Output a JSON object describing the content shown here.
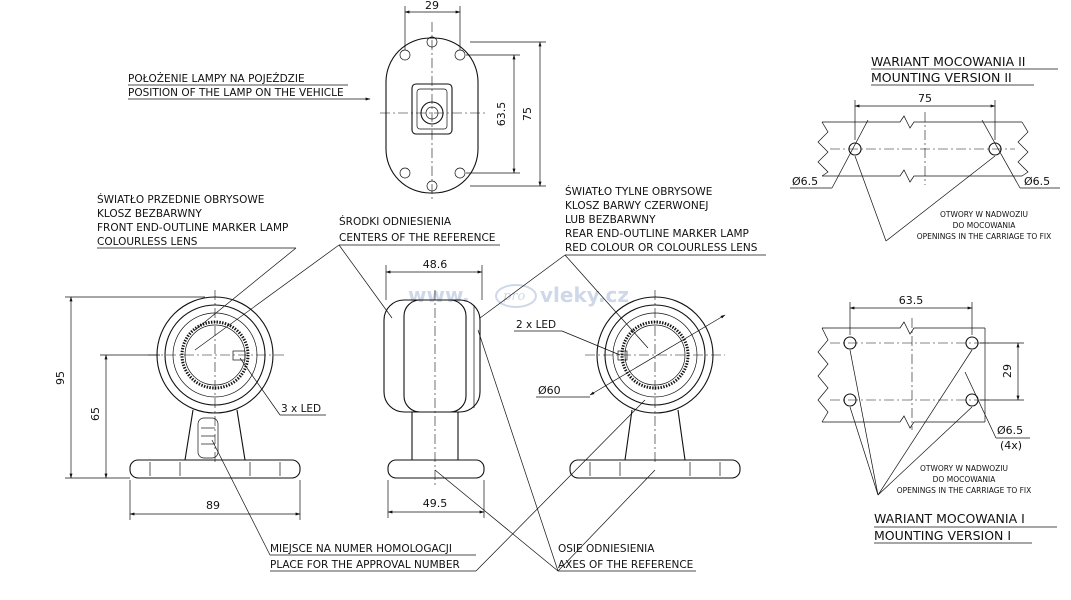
{
  "watermark": {
    "prefix": "www.",
    "middle": "pro",
    "suffix": "vleky.cz"
  },
  "top_view": {
    "label_pl": "POŁOŻENIE LAMPY NA POJEŹDZIE",
    "label_en": "POSITION OF THE LAMP ON THE VEHICLE",
    "dim_width": "29",
    "dim_holes": "63.5",
    "dim_height": "75"
  },
  "front_lamp": {
    "line1": "ŚWIATŁO PRZEDNIE OBRYSOWE",
    "line2": "KLOSZ BEZBARWNY",
    "line3": "FRONT END-OUTLINE MARKER LAMP",
    "line4": "COLOURLESS LENS",
    "led_label": "3 x LED",
    "dim_total_height": "95",
    "dim_axis_height": "65",
    "dim_base_width": "89"
  },
  "center_ref": {
    "line1": "ŚRODKI ODNIESIENIA",
    "line2": "CENTERS OF THE REFERENCE"
  },
  "side_view": {
    "dim_top_width": "48.6",
    "dim_base_width": "49.5"
  },
  "rear_lamp": {
    "line1": "ŚWIATŁO TYLNE OBRYSOWE",
    "line2": "KLOSZ BARWY CZERWONEJ",
    "line3": "LUB BEZBARWNY",
    "line4": "REAR END-OUTLINE MARKER LAMP",
    "line5": "RED COLOUR OR COLOURLESS LENS",
    "led_label": "2 x LED",
    "dim_diameter": "Ø60"
  },
  "homologation": {
    "line1": "MIEJSCE NA NUMER HOMOLOGACJI",
    "line2": "PLACE FOR THE APPROVAL NUMBER"
  },
  "axes_ref": {
    "line1": "OSIE ODNIESIENIA",
    "line2": "AXES OF THE REFERENCE"
  },
  "variant2": {
    "title_pl": "WARIANT MOCOWANIA II",
    "title_en": "MOUNTING VERSION II",
    "dim_spacing": "75",
    "hole_left": "Ø6.5",
    "hole_right": "Ø6.5",
    "note1": "OTWORY W NADWOZIU",
    "note2": "DO MOCOWANIA",
    "note3": "OPENINGS IN THE CARRIAGE TO FIX"
  },
  "variant1": {
    "title_pl": "WARIANT MOCOWANIA I",
    "title_en": "MOUNTING VERSION I",
    "dim_spacing": "63.5",
    "dim_vertical": "29",
    "hole": "Ø6.5",
    "hole_count": "(4x)",
    "note1": "OTWORY W NADWOZIU",
    "note2": "DO MOCOWANIA",
    "note3": "OPENINGS IN THE CARRIAGE TO FIX"
  }
}
